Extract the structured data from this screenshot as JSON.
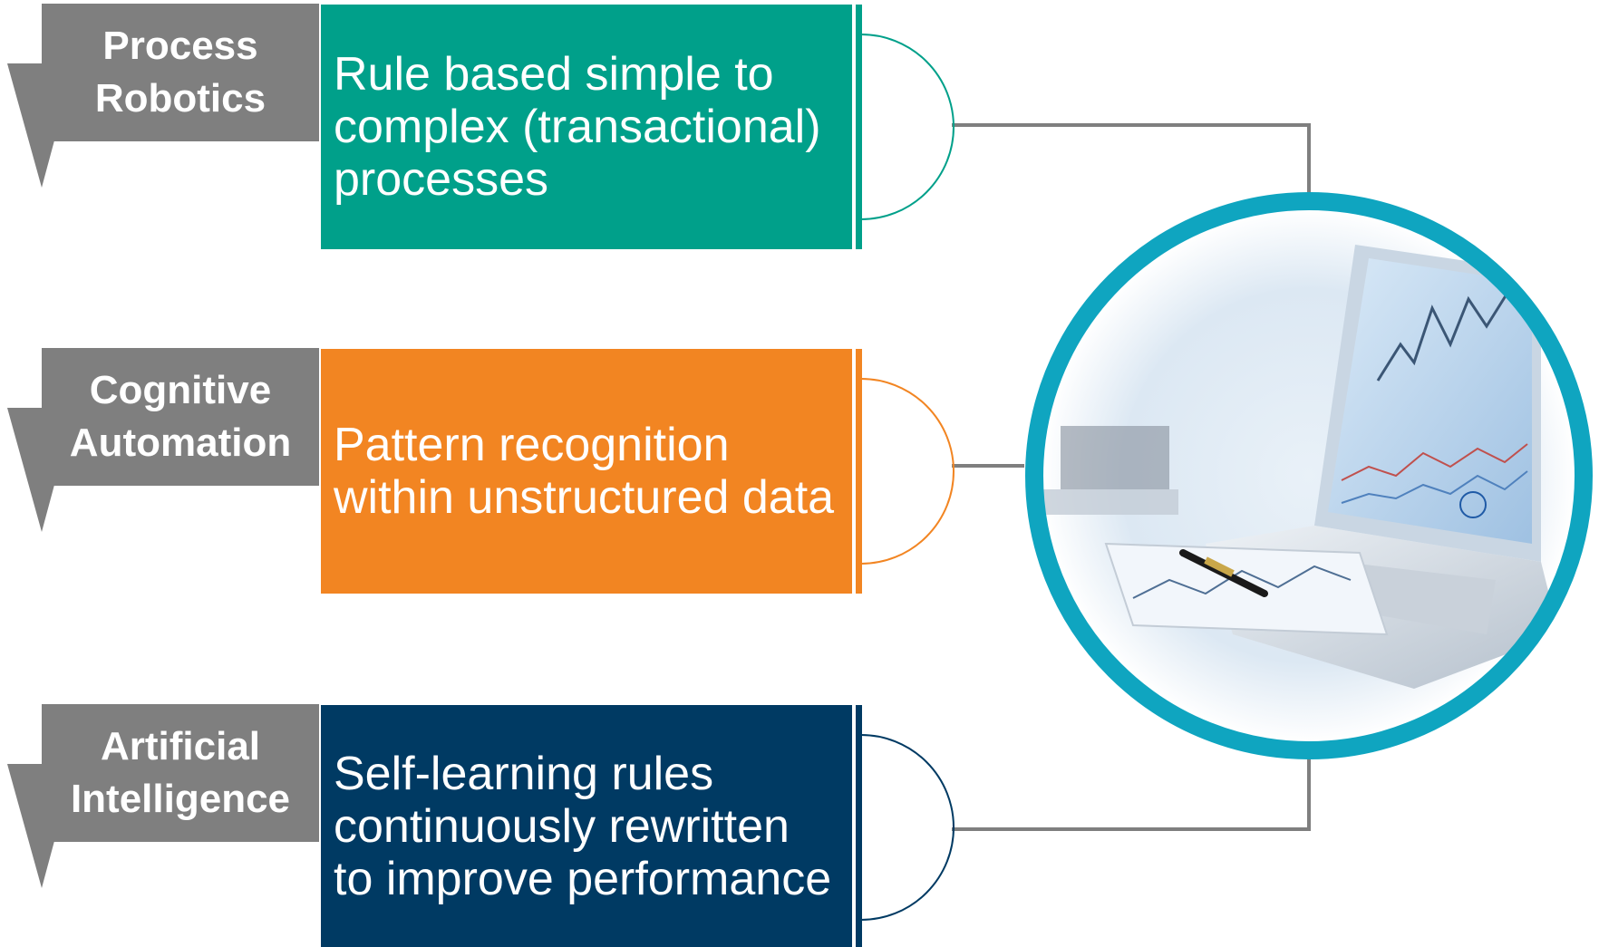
{
  "colors": {
    "tab_gray": "#7f7f7f",
    "connector_gray": "#7f7f7f",
    "ring": "#0fa5c0",
    "rows": [
      "#00a08a",
      "#f28522",
      "#003a63"
    ]
  },
  "rows": [
    {
      "label_lines": [
        "Process",
        "Robotics"
      ],
      "description_lines": [
        "Rule based simple to",
        "complex (transactional)",
        "processes"
      ]
    },
    {
      "label_lines": [
        "Cognitive",
        "Automation"
      ],
      "description_lines": [
        "Pattern recognition",
        "within unstructured data"
      ]
    },
    {
      "label_lines": [
        "Artificial",
        "Intelligence"
      ],
      "description_lines": [
        "Self-learning rules",
        "continuously rewritten",
        "to improve performance"
      ]
    }
  ],
  "center_image": {
    "subject": "laptop with financial charts and pen on papers",
    "icons": [
      "laptop-illustration",
      "pen-illustration"
    ]
  }
}
